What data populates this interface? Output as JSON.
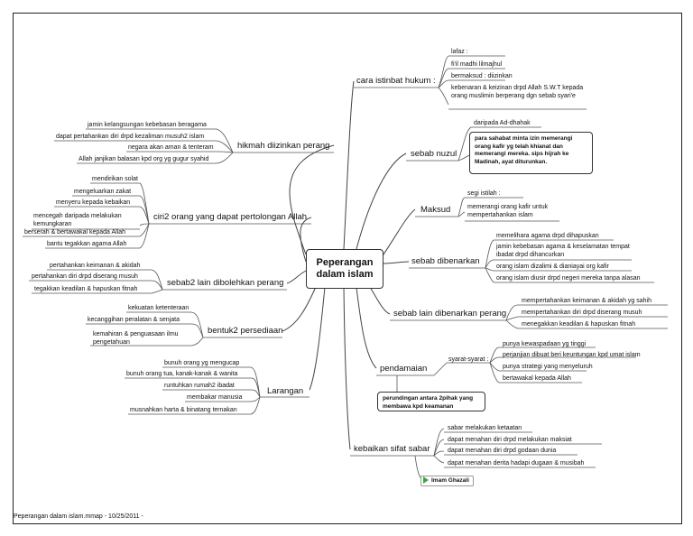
{
  "center": "Peperangan dalam islam",
  "footer": "Peperangan dalam islam.mmap - 10/25/2011 -",
  "branches": {
    "cara_istinbat": {
      "label": "cara istinbat hukum :",
      "items": [
        "lafaz :",
        "fi'il madhi lilmajhul",
        "bermaksud : diizinkan",
        "kebenaran & keizinan drpd Allah S.W.T kepada orang muslimin berperang dgn sebab syari'e"
      ]
    },
    "sebab_nuzul": {
      "label": "sebab nuzul",
      "items": [
        "daripada Ad-dhahak"
      ],
      "note": "para sahabat minta izin memerangi orang kafir yg telah khianat dan memerangi mereka. sips hijrah ke Madinah, ayat diturunkan."
    },
    "maksud": {
      "label": "Maksud",
      "items": [
        "segi istilah :",
        "memerangi orang kafir untuk mempertahankan islam"
      ]
    },
    "sebab_dibenarkan": {
      "label": "sebab dibenarkan",
      "items": [
        "memelihara agama drpd dihapuskan",
        "jamin kebebasan agama & keselamatan tempat ibadat drpd dihancurkan",
        "orang islam dizalimi & dianiayai org kafir",
        "orang islam diusir drpd negeri mereka tanpa alasan"
      ]
    },
    "sebab_lain_dibenarkan": {
      "label": "sebab lain dibenarkan perang",
      "items": [
        "mempertahankan keimanan & akidah yg sahih",
        "mempertahankan diri drpd diserang musuh",
        "menegakkan keadilan & hapuskan fitnah"
      ]
    },
    "pendamaian": {
      "label": "pendamaian",
      "sub": "syarat-syarat :",
      "items": [
        "punya kewaspadaan yg tinggi",
        "perjanjian dibuat beri keuntungan kpd umat islam",
        "punya strategi yang menyeluruh",
        "bertawakal kepada Allah"
      ],
      "note": "perundingan antara 2pihak yang membawa kpd keamanan"
    },
    "kebaikan": {
      "label": "kebaikan sifat sabar",
      "items": [
        "sabar melakukan ketaatan",
        "dapat menahan diri drpd melakukan maksiat",
        "dapat menahan diri drpd godaan dunia",
        "dapat menahan derita hadapi dugaan & musibah"
      ],
      "link": "Imam Ghazali"
    },
    "hikmah": {
      "label": "hikmah diizinkan perang",
      "items": [
        "jamin kelangsungan kebebasan beragama",
        "dapat pertahankan diri drpd kezaliman musuh2 islam",
        "negara akan aman & tenteram",
        "Allah janjikan balasan kpd org yg gugur syahid"
      ]
    },
    "ciri2": {
      "label": "ciri2 orang yang dapat pertolongan Allah",
      "items": [
        "mendirikan solat",
        "mengeluarkan zakat",
        "menyeru kepada kebaikan",
        "mencegah daripada melakukan kemungkaran",
        "berserah & bertawakal kepada Allah",
        "bantu tegakkan agama Allah"
      ]
    },
    "sebab2_lain": {
      "label": "sebab2 lain dibolehkan perang",
      "items": [
        "pertahankan keimanan & akidah",
        "pertahankan diri drpd diserang musuh",
        "tegakkan keadilan & hapuskan fitnah"
      ]
    },
    "bentuk2": {
      "label": "bentuk2 persediaan",
      "items": [
        "kekuatan ketenteraan",
        "kecanggihan peralatan & senjata",
        "kemahiran & penguasaan ilmu pengetahuan"
      ]
    },
    "larangan": {
      "label": "Larangan",
      "items": [
        "bunuh orang yg mengucap",
        "bunuh orang tua, kanak-kanak & wanita",
        "runtuhkan rumah2 ibadat",
        "membakar manusia",
        "musnahkan harta & binatang ternakan"
      ]
    }
  }
}
